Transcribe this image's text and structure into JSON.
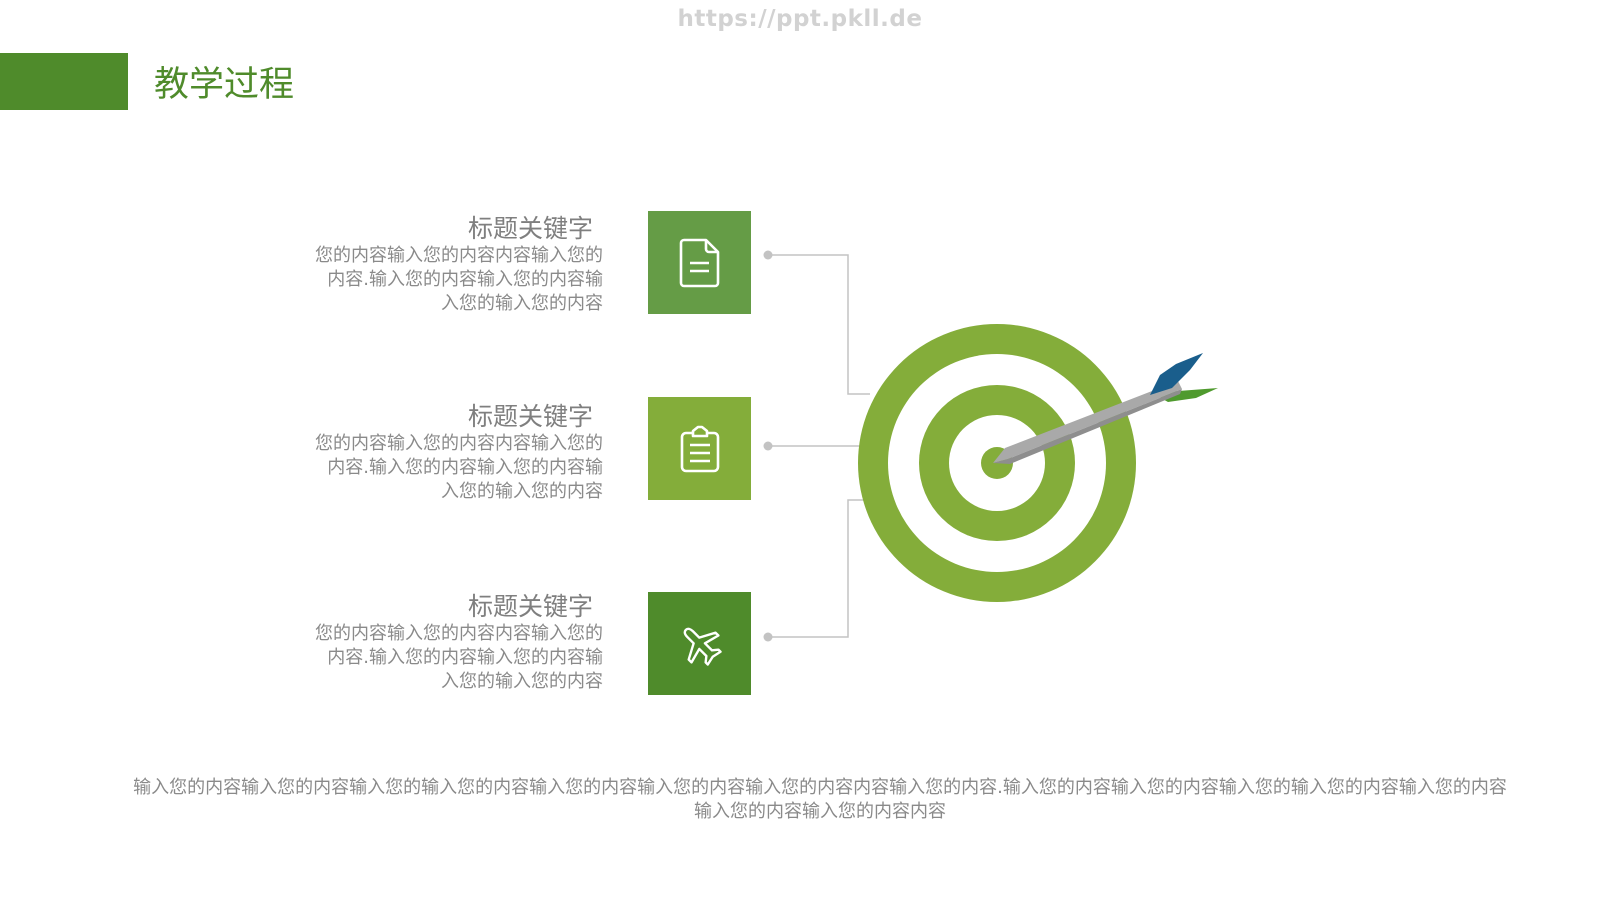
{
  "watermark": "https://ppt.pkll.de",
  "header": {
    "title": "教学过程",
    "accent_color": "#4f8b2b"
  },
  "items": [
    {
      "title": "标题关键字",
      "body": "您的内容输入您的内容内容输入您的内容.输入您的内容输入您的内容输入您的输入您的内容",
      "icon": "document-icon",
      "box_color": "#659c46"
    },
    {
      "title": "标题关键字",
      "body": "您的内容输入您的内容内容输入您的内容.输入您的内容输入您的内容输入您的输入您的内容",
      "icon": "clipboard-icon",
      "box_color": "#84ad3a"
    },
    {
      "title": "标题关键字",
      "body": "您的内容输入您的内容内容输入您的内容.输入您的内容输入您的内容输入您的输入您的内容",
      "icon": "airplane-icon",
      "box_color": "#4f8b2b"
    }
  ],
  "target": {
    "icon": "target-with-arrow-icon",
    "ring_color": "#84ad3a",
    "arrow_colors": {
      "shaft": "#a8a8a8",
      "fletch_blue": "#1a5e8c",
      "fletch_green": "#4f9a2e"
    }
  },
  "connector_color": "#c3c3c3",
  "footer": {
    "text": "输入您的内容输入您的内容输入您的输入您的内容输入您的内容输入您的内容输入您的内容内容输入您的内容.输入您的内容输入您的内容输入您的输入您的内容输入您的内容输入您的内容输入您的内容内容"
  }
}
